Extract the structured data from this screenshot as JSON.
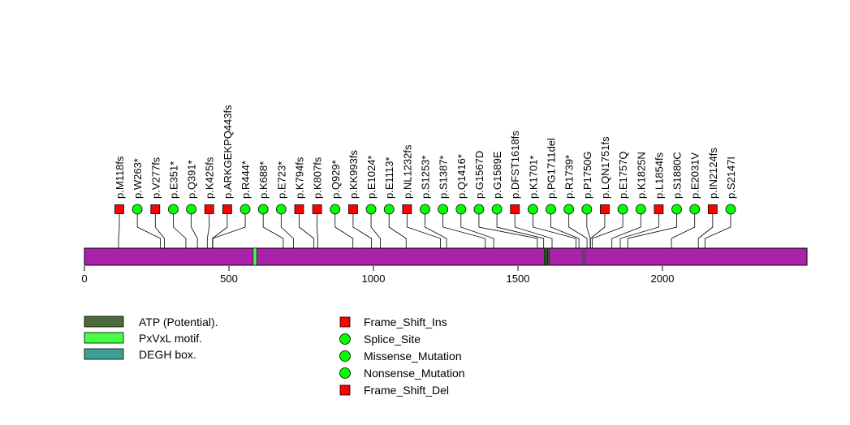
{
  "protein": {
    "length": 2500,
    "axis_ticks": [
      0,
      500,
      1000,
      1500,
      2000
    ],
    "bar_color": "#aa22aa"
  },
  "regions": [
    {
      "name": "PxVxL motif.",
      "start": 584,
      "end": 596,
      "color": "#44ff44"
    },
    {
      "name": "ATP (Potential).",
      "start": 1591,
      "end": 1593,
      "color": "#4c6a3c"
    },
    {
      "name": "ATP (Potential).",
      "start": 1597,
      "end": 1599,
      "color": "#4c6a3c"
    },
    {
      "name": "ATP (Potential).",
      "start": 1603,
      "end": 1605,
      "color": "#4c6a3c"
    },
    {
      "name": "DEGH box.",
      "start": 1725,
      "end": 1728,
      "color": "#3f9f95"
    }
  ],
  "mutations": [
    {
      "label": "p.M118fs",
      "pos": 118,
      "type": "Frame_Shift_Del"
    },
    {
      "label": "p.W263*",
      "pos": 263,
      "type": "Nonsense_Mutation"
    },
    {
      "label": "p.V277fs",
      "pos": 277,
      "type": "Frame_Shift_Del"
    },
    {
      "label": "p.E351*",
      "pos": 351,
      "type": "Nonsense_Mutation"
    },
    {
      "label": "p.Q391*",
      "pos": 391,
      "type": "Nonsense_Mutation"
    },
    {
      "label": "p.K425fs",
      "pos": 425,
      "type": "Frame_Shift_Del"
    },
    {
      "label": "p.ARKGEKPQ443fs",
      "pos": 443,
      "type": "Frame_Shift_Del"
    },
    {
      "label": "p.R444*",
      "pos": 444,
      "type": "Nonsense_Mutation"
    },
    {
      "label": "p.K688*",
      "pos": 688,
      "type": "Nonsense_Mutation"
    },
    {
      "label": "p.E723*",
      "pos": 723,
      "type": "Nonsense_Mutation"
    },
    {
      "label": "p.K794fs",
      "pos": 794,
      "type": "Frame_Shift_Del"
    },
    {
      "label": "p.K807fs",
      "pos": 807,
      "type": "Frame_Shift_Del"
    },
    {
      "label": "p.Q929*",
      "pos": 929,
      "type": "Nonsense_Mutation"
    },
    {
      "label": "p.KK993fs",
      "pos": 993,
      "type": "Frame_Shift_Del"
    },
    {
      "label": "p.E1024*",
      "pos": 1024,
      "type": "Nonsense_Mutation"
    },
    {
      "label": "p.E1113*",
      "pos": 1113,
      "type": "Nonsense_Mutation"
    },
    {
      "label": "p.NL1232fs",
      "pos": 1232,
      "type": "Frame_Shift_Ins"
    },
    {
      "label": "p.S1253*",
      "pos": 1253,
      "type": "Nonsense_Mutation"
    },
    {
      "label": "p.S1387*",
      "pos": 1387,
      "type": "Nonsense_Mutation"
    },
    {
      "label": "p.Q1416*",
      "pos": 1416,
      "type": "Nonsense_Mutation"
    },
    {
      "label": "p.G1567D",
      "pos": 1567,
      "type": "Missense_Mutation"
    },
    {
      "label": "p.G1589E",
      "pos": 1589,
      "type": "Missense_Mutation"
    },
    {
      "label": "p.DFST1618fs",
      "pos": 1618,
      "type": "Frame_Shift_Del"
    },
    {
      "label": "p.K1701*",
      "pos": 1701,
      "type": "Nonsense_Mutation"
    },
    {
      "label": "p.PG1711del",
      "pos": 1711,
      "type": "Nonsense_Mutation"
    },
    {
      "label": "p.R1739*",
      "pos": 1739,
      "type": "Nonsense_Mutation"
    },
    {
      "label": "p.P1750G",
      "pos": 1750,
      "type": "Missense_Mutation"
    },
    {
      "label": "p.LQN1751fs",
      "pos": 1751,
      "type": "Frame_Shift_Del"
    },
    {
      "label": "p.E1757Q",
      "pos": 1757,
      "type": "Missense_Mutation"
    },
    {
      "label": "p.K1825N",
      "pos": 1825,
      "type": "Missense_Mutation"
    },
    {
      "label": "p.L1854fs",
      "pos": 1854,
      "type": "Frame_Shift_Del"
    },
    {
      "label": "p.S1880C",
      "pos": 1880,
      "type": "Missense_Mutation"
    },
    {
      "label": "p.E2031V",
      "pos": 2031,
      "type": "Missense_Mutation"
    },
    {
      "label": "p.IN2124fs",
      "pos": 2124,
      "type": "Frame_Shift_Del"
    },
    {
      "label": "p.S2147I",
      "pos": 2147,
      "type": "Missense_Mutation"
    }
  ],
  "legend_regions": [
    {
      "label": "ATP (Potential).",
      "color": "#4c6a3c"
    },
    {
      "label": "PxVxL motif.",
      "color": "#44ff44"
    },
    {
      "label": "DEGH box.",
      "color": "#3f9f95"
    }
  ],
  "legend_mutations": [
    {
      "label": "Frame_Shift_Ins",
      "shape": "square",
      "color": "#ff0000"
    },
    {
      "label": "Splice_Site",
      "shape": "circle",
      "color": "#00ff00"
    },
    {
      "label": "Missense_Mutation",
      "shape": "circle",
      "color": "#00ff00"
    },
    {
      "label": "Nonsense_Mutation",
      "shape": "circle",
      "color": "#00ff00"
    },
    {
      "label": "Frame_Shift_Del",
      "shape": "square",
      "color": "#ff0000"
    }
  ],
  "marker_colors": {
    "Frame_Shift_Ins": "#ff0000",
    "Frame_Shift_Del": "#ff0000",
    "Splice_Site": "#00ff00",
    "Missense_Mutation": "#00ff00",
    "Nonsense_Mutation": "#00ff00"
  },
  "marker_shapes": {
    "Frame_Shift_Ins": "square",
    "Frame_Shift_Del": "square",
    "Splice_Site": "circle",
    "Missense_Mutation": "circle",
    "Nonsense_Mutation": "circle"
  }
}
